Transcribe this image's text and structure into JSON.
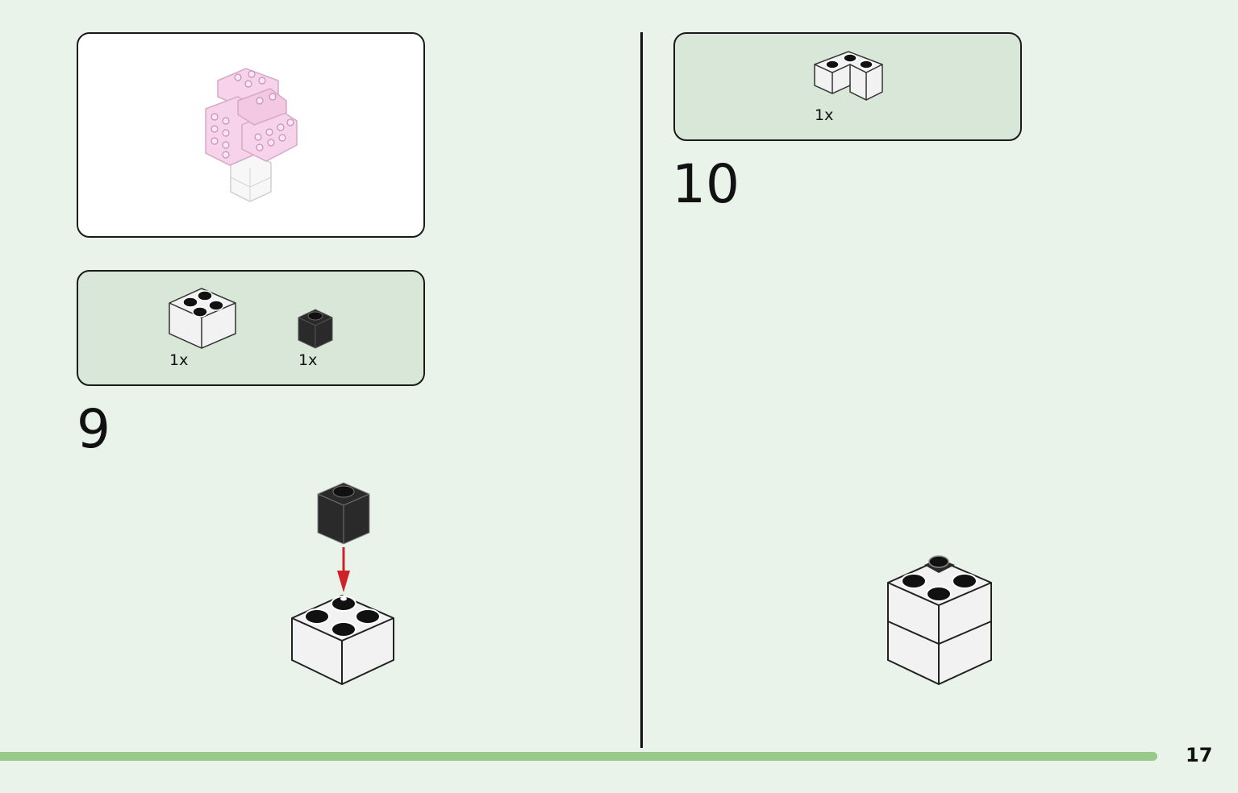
{
  "page_number": "17",
  "colors": {
    "background": "#e9f3e9",
    "parts_box": "#d9e7d9",
    "progress_bar": "#97ca8a",
    "arrow": "#d0202a",
    "pink_brick": "#f6d3ea",
    "black_brick": "#2a2a2a",
    "white_brick": "#f2f2f2"
  },
  "preview": {
    "description_icon": "pink-tree-model-icon"
  },
  "step9": {
    "number": "9",
    "parts": [
      {
        "icon": "white-2x2-brick-icon",
        "quantity": "1x"
      },
      {
        "icon": "black-1x1-brick-icon",
        "quantity": "1x"
      }
    ]
  },
  "step10": {
    "number": "10",
    "parts": [
      {
        "icon": "white-corner-brick-icon",
        "quantity": "1x"
      }
    ]
  }
}
